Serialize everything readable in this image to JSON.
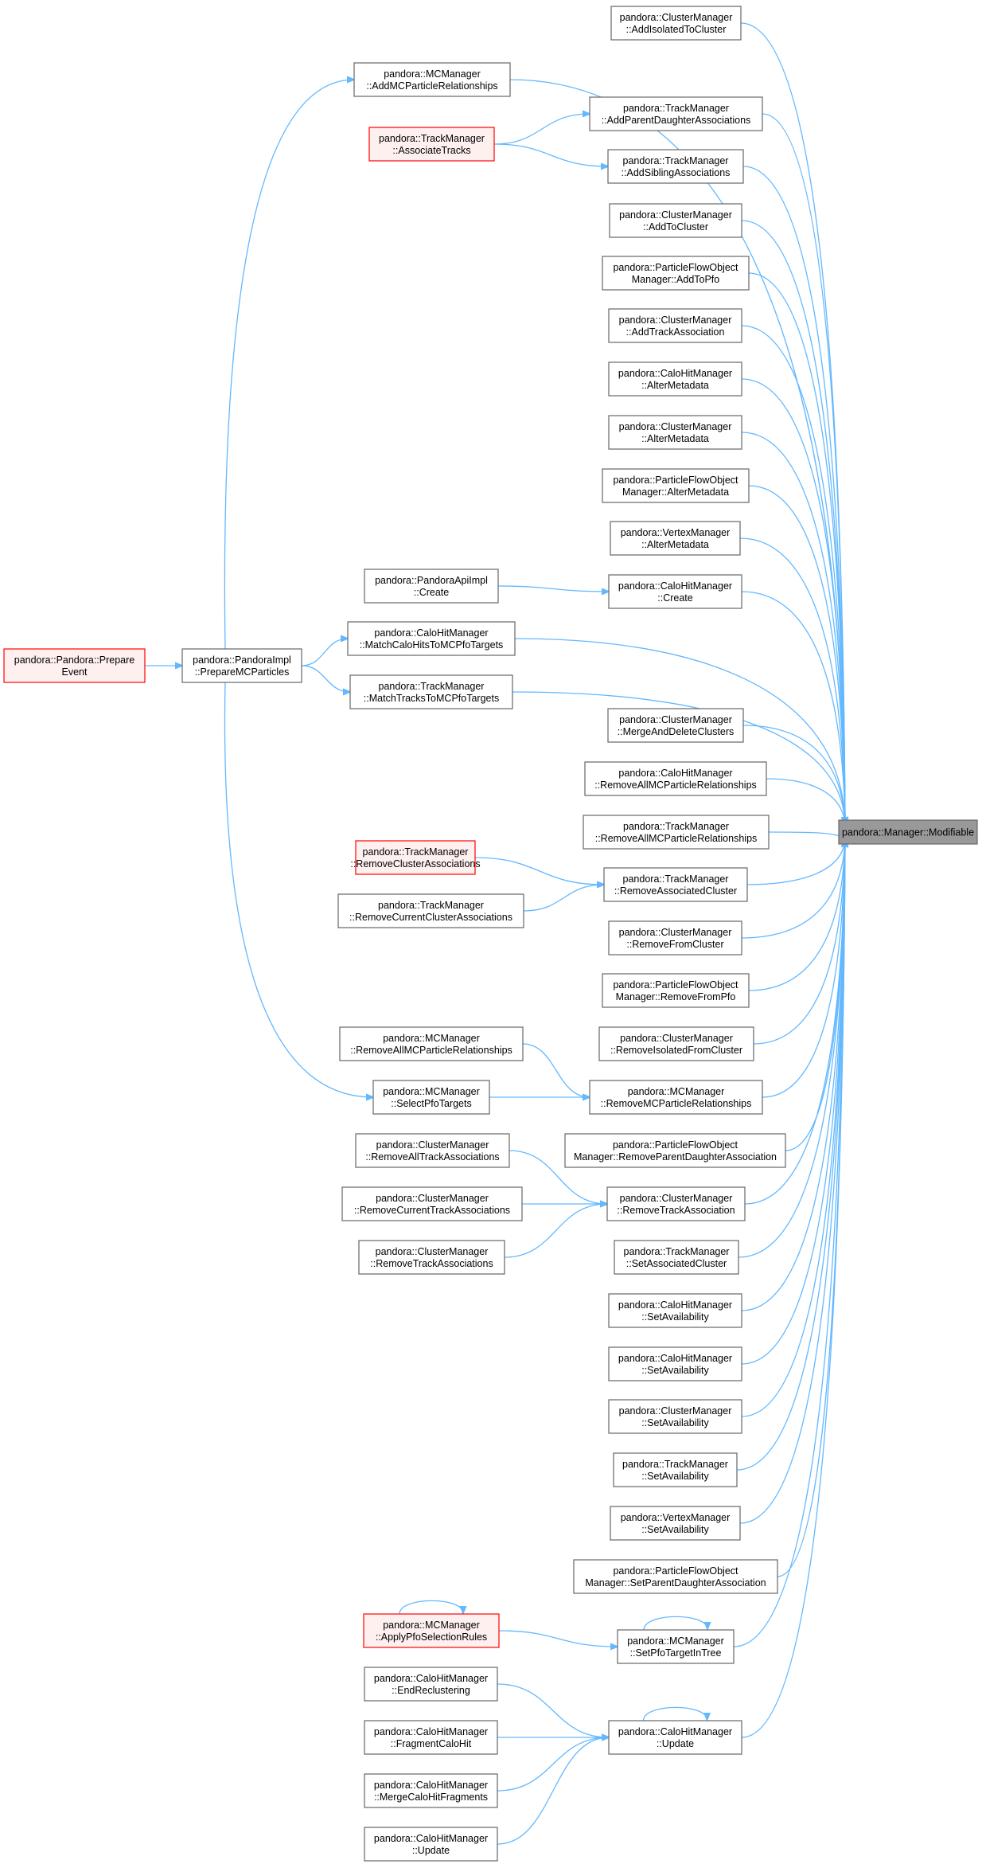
{
  "graph": {
    "edge_color": "#63b8ff",
    "node_border": "#666666",
    "highlight_border": "#ff0000",
    "target_fill": "#999999",
    "target": "pandora::Manager::Modifiable",
    "nodes": [
      {
        "id": "target",
        "lines": [
          "pandora::Manager::Modifiable"
        ],
        "style": "target"
      },
      {
        "id": "n1",
        "lines": [
          "pandora::ClusterManager",
          "::AddIsolatedToCluster"
        ],
        "style": "normal"
      },
      {
        "id": "n2",
        "lines": [
          "pandora::MCManager",
          "::AddMCParticleRelationships"
        ],
        "style": "normal"
      },
      {
        "id": "n3",
        "lines": [
          "pandora::TrackManager",
          "::AddParentDaughterAssociations"
        ],
        "style": "normal"
      },
      {
        "id": "n4",
        "lines": [
          "pandora::TrackManager",
          "::AssociateTracks"
        ],
        "style": "red"
      },
      {
        "id": "n5",
        "lines": [
          "pandora::TrackManager",
          "::AddSiblingAssociations"
        ],
        "style": "normal"
      },
      {
        "id": "n6",
        "lines": [
          "pandora::ClusterManager",
          "::AddToCluster"
        ],
        "style": "normal"
      },
      {
        "id": "n7",
        "lines": [
          "pandora::ParticleFlowObject",
          "Manager::AddToPfo"
        ],
        "style": "normal"
      },
      {
        "id": "n8",
        "lines": [
          "pandora::ClusterManager",
          "::AddTrackAssociation"
        ],
        "style": "normal"
      },
      {
        "id": "n9",
        "lines": [
          "pandora::CaloHitManager",
          "::AlterMetadata"
        ],
        "style": "normal"
      },
      {
        "id": "n10",
        "lines": [
          "pandora::ClusterManager",
          "::AlterMetadata"
        ],
        "style": "normal"
      },
      {
        "id": "n11",
        "lines": [
          "pandora::ParticleFlowObject",
          "Manager::AlterMetadata"
        ],
        "style": "normal"
      },
      {
        "id": "n12",
        "lines": [
          "pandora::VertexManager",
          "::AlterMetadata"
        ],
        "style": "normal"
      },
      {
        "id": "n13",
        "lines": [
          "pandora::PandoraApiImpl",
          "::Create"
        ],
        "style": "normal"
      },
      {
        "id": "n14",
        "lines": [
          "pandora::CaloHitManager",
          "::Create"
        ],
        "style": "normal"
      },
      {
        "id": "n15",
        "lines": [
          "pandora::CaloHitManager",
          "::MatchCaloHitsToMCPfoTargets"
        ],
        "style": "normal"
      },
      {
        "id": "n16",
        "lines": [
          "pandora::Pandora::Prepare",
          "Event"
        ],
        "style": "red"
      },
      {
        "id": "n17",
        "lines": [
          "pandora::PandoraImpl",
          "::PrepareMCParticles"
        ],
        "style": "normal"
      },
      {
        "id": "n18",
        "lines": [
          "pandora::TrackManager",
          "::MatchTracksToMCPfoTargets"
        ],
        "style": "normal"
      },
      {
        "id": "n19",
        "lines": [
          "pandora::ClusterManager",
          "::MergeAndDeleteClusters"
        ],
        "style": "normal"
      },
      {
        "id": "n20",
        "lines": [
          "pandora::CaloHitManager",
          "::RemoveAllMCParticleRelationships"
        ],
        "style": "normal"
      },
      {
        "id": "n21",
        "lines": [
          "pandora::TrackManager",
          "::RemoveAllMCParticleRelationships"
        ],
        "style": "normal"
      },
      {
        "id": "n22",
        "lines": [
          "pandora::TrackManager",
          "::RemoveClusterAssociations"
        ],
        "style": "red"
      },
      {
        "id": "n23",
        "lines": [
          "pandora::TrackManager",
          "::RemoveAssociatedCluster"
        ],
        "style": "normal"
      },
      {
        "id": "n24",
        "lines": [
          "pandora::TrackManager",
          "::RemoveCurrentClusterAssociations"
        ],
        "style": "normal"
      },
      {
        "id": "n25",
        "lines": [
          "pandora::ClusterManager",
          "::RemoveFromCluster"
        ],
        "style": "normal"
      },
      {
        "id": "n26",
        "lines": [
          "pandora::ParticleFlowObject",
          "Manager::RemoveFromPfo"
        ],
        "style": "normal"
      },
      {
        "id": "n27",
        "lines": [
          "pandora::ClusterManager",
          "::RemoveIsolatedFromCluster"
        ],
        "style": "normal"
      },
      {
        "id": "n28",
        "lines": [
          "pandora::MCManager",
          "::RemoveAllMCParticleRelationships"
        ],
        "style": "normal"
      },
      {
        "id": "n29",
        "lines": [
          "pandora::MCManager",
          "::SelectPfoTargets"
        ],
        "style": "normal"
      },
      {
        "id": "n30",
        "lines": [
          "pandora::MCManager",
          "::RemoveMCParticleRelationships"
        ],
        "style": "normal"
      },
      {
        "id": "n31",
        "lines": [
          "pandora::ParticleFlowObject",
          "Manager::RemoveParentDaughterAssociation"
        ],
        "style": "normal"
      },
      {
        "id": "n32",
        "lines": [
          "pandora::ClusterManager",
          "::RemoveAllTrackAssociations"
        ],
        "style": "normal"
      },
      {
        "id": "n33",
        "lines": [
          "pandora::ClusterManager",
          "::RemoveCurrentTrackAssociations"
        ],
        "style": "normal"
      },
      {
        "id": "n34",
        "lines": [
          "pandora::ClusterManager",
          "::RemoveTrackAssociation"
        ],
        "style": "normal"
      },
      {
        "id": "n35",
        "lines": [
          "pandora::ClusterManager",
          "::RemoveTrackAssociations"
        ],
        "style": "normal"
      },
      {
        "id": "n36",
        "lines": [
          "pandora::TrackManager",
          "::SetAssociatedCluster"
        ],
        "style": "normal"
      },
      {
        "id": "n37",
        "lines": [
          "pandora::CaloHitManager",
          "::SetAvailability"
        ],
        "style": "normal"
      },
      {
        "id": "n38",
        "lines": [
          "pandora::CaloHitManager",
          "::SetAvailability"
        ],
        "style": "normal"
      },
      {
        "id": "n39",
        "lines": [
          "pandora::ClusterManager",
          "::SetAvailability"
        ],
        "style": "normal"
      },
      {
        "id": "n40",
        "lines": [
          "pandora::TrackManager",
          "::SetAvailability"
        ],
        "style": "normal"
      },
      {
        "id": "n41",
        "lines": [
          "pandora::VertexManager",
          "::SetAvailability"
        ],
        "style": "normal"
      },
      {
        "id": "n42",
        "lines": [
          "pandora::ParticleFlowObject",
          "Manager::SetParentDaughterAssociation"
        ],
        "style": "normal"
      },
      {
        "id": "n43",
        "lines": [
          "pandora::MCManager",
          "::ApplyPfoSelectionRules"
        ],
        "style": "red"
      },
      {
        "id": "n44",
        "lines": [
          "pandora::MCManager",
          "::SetPfoTargetInTree"
        ],
        "style": "normal"
      },
      {
        "id": "n45",
        "lines": [
          "pandora::CaloHitManager",
          "::EndReclustering"
        ],
        "style": "normal"
      },
      {
        "id": "n46",
        "lines": [
          "pandora::CaloHitManager",
          "::Update"
        ],
        "style": "normal"
      },
      {
        "id": "n47",
        "lines": [
          "pandora::CaloHitManager",
          "::FragmentCaloHit"
        ],
        "style": "normal"
      },
      {
        "id": "n48",
        "lines": [
          "pandora::CaloHitManager",
          "::MergeCaloHitFragments"
        ],
        "style": "normal"
      },
      {
        "id": "n49",
        "lines": [
          "pandora::CaloHitManager",
          "::Update"
        ],
        "style": "normal"
      }
    ],
    "edges": [
      [
        "n1",
        "target"
      ],
      [
        "n2",
        "target"
      ],
      [
        "n3",
        "target"
      ],
      [
        "n5",
        "target"
      ],
      [
        "n6",
        "target"
      ],
      [
        "n7",
        "target"
      ],
      [
        "n8",
        "target"
      ],
      [
        "n9",
        "target"
      ],
      [
        "n10",
        "target"
      ],
      [
        "n11",
        "target"
      ],
      [
        "n12",
        "target"
      ],
      [
        "n14",
        "target"
      ],
      [
        "n15",
        "target"
      ],
      [
        "n18",
        "target"
      ],
      [
        "n19",
        "target"
      ],
      [
        "n20",
        "target"
      ],
      [
        "n21",
        "target"
      ],
      [
        "n23",
        "target"
      ],
      [
        "n25",
        "target"
      ],
      [
        "n26",
        "target"
      ],
      [
        "n27",
        "target"
      ],
      [
        "n30",
        "target"
      ],
      [
        "n31",
        "target"
      ],
      [
        "n34",
        "target"
      ],
      [
        "n36",
        "target"
      ],
      [
        "n37",
        "target"
      ],
      [
        "n38",
        "target"
      ],
      [
        "n39",
        "target"
      ],
      [
        "n40",
        "target"
      ],
      [
        "n41",
        "target"
      ],
      [
        "n42",
        "target"
      ],
      [
        "n44",
        "target"
      ],
      [
        "n46",
        "target"
      ],
      [
        "n4",
        "n3"
      ],
      [
        "n4",
        "n5"
      ],
      [
        "n13",
        "n14"
      ],
      [
        "n16",
        "n17"
      ],
      [
        "n17",
        "n2"
      ],
      [
        "n17",
        "n15"
      ],
      [
        "n17",
        "n18"
      ],
      [
        "n17",
        "n29"
      ],
      [
        "n22",
        "n23"
      ],
      [
        "n24",
        "n23"
      ],
      [
        "n28",
        "n30"
      ],
      [
        "n29",
        "n30"
      ],
      [
        "n32",
        "n34"
      ],
      [
        "n33",
        "n34"
      ],
      [
        "n35",
        "n34"
      ],
      [
        "n43",
        "n44"
      ],
      [
        "n45",
        "n46"
      ],
      [
        "n47",
        "n46"
      ],
      [
        "n48",
        "n46"
      ],
      [
        "n49",
        "n46"
      ],
      [
        "n43",
        "n43"
      ],
      [
        "n44",
        "n44"
      ],
      [
        "n46",
        "n46"
      ]
    ]
  }
}
